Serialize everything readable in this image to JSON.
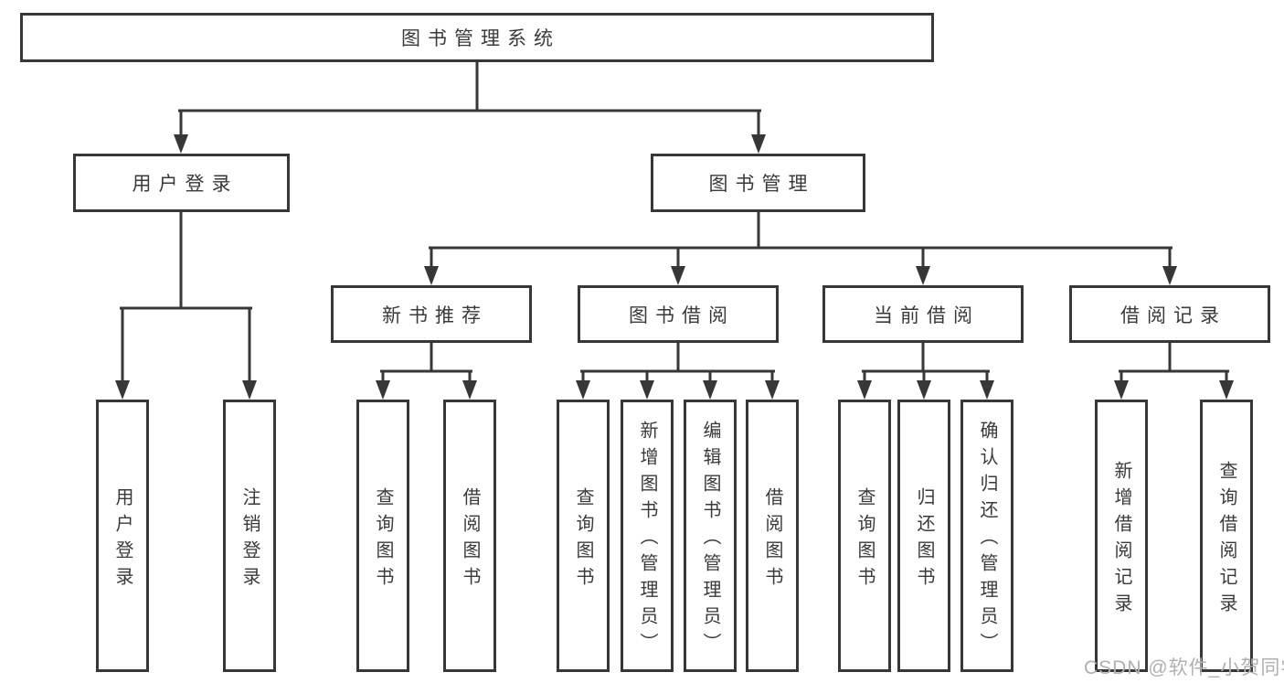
{
  "tree": {
    "root": {
      "label": "图书管理系统"
    },
    "branches": [
      {
        "label": "用户登录",
        "children": [
          {
            "label": "用户登录"
          },
          {
            "label": "注销登录"
          }
        ]
      },
      {
        "label": "图书管理",
        "children": [
          {
            "label": "新书推荐",
            "children": [
              {
                "label": "查询图书"
              },
              {
                "label": "借阅图书"
              }
            ]
          },
          {
            "label": "图书借阅",
            "children": [
              {
                "label": "查询图书"
              },
              {
                "label": "新增图书（管理员）"
              },
              {
                "label": "编辑图书（管理员）"
              },
              {
                "label": "借阅图书"
              }
            ]
          },
          {
            "label": "当前借阅",
            "children": [
              {
                "label": "查询图书"
              },
              {
                "label": "归还图书"
              },
              {
                "label": "确认归还（管理员）"
              }
            ]
          },
          {
            "label": "借阅记录",
            "children": [
              {
                "label": "新增借阅记录"
              },
              {
                "label": "查询借阅记录"
              }
            ]
          }
        ]
      }
    ]
  },
  "watermark": "CSDN @软件_小贺同学",
  "colors": {
    "line": "#373737",
    "text": "#3a3a3a",
    "watermark": "#b0b0b0",
    "background": "#ffffff"
  }
}
